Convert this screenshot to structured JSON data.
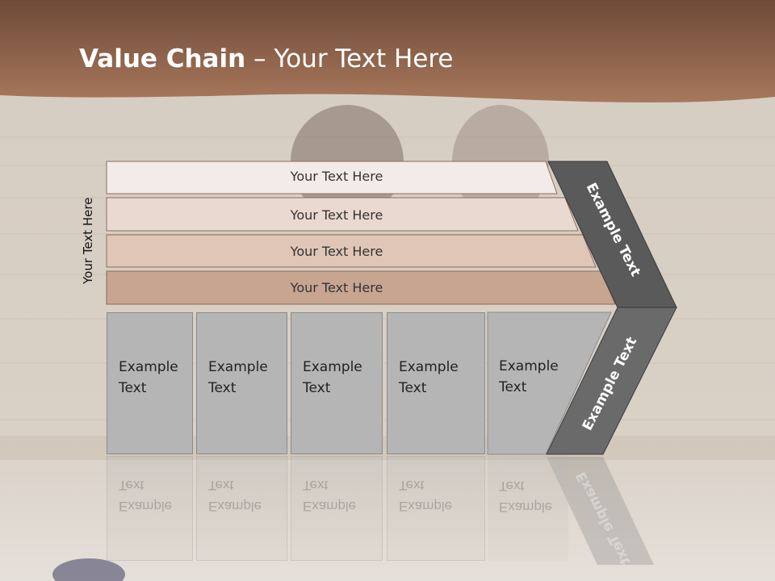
{
  "slide": {
    "title_bold": "Value Chain",
    "title_rest": " – Your Text Here",
    "side_label": "Your Text Here"
  },
  "bars": [
    {
      "label": "Your Text Here",
      "fill": "#f3ebe7"
    },
    {
      "label": "Your Text Here",
      "fill": "#ead9d0"
    },
    {
      "label": "Your Text Here",
      "fill": "#dfc6b6"
    },
    {
      "label": "Your Text Here",
      "fill": "#c7a591"
    }
  ],
  "boxes": [
    {
      "line1": "Example",
      "line2": "Text"
    },
    {
      "line1": "Example",
      "line2": "Text"
    },
    {
      "line1": "Example",
      "line2": "Text"
    },
    {
      "line1": "Example",
      "line2": "Text"
    },
    {
      "line1": "Example",
      "line2": "Text"
    }
  ],
  "chevron": {
    "upper_label": "Example Text",
    "lower_label": "Example Text",
    "upper_fill": "#5a5a5a",
    "lower_fill": "#6a6a6a"
  },
  "colors": {
    "header": "#8b5a41",
    "wall": "#d8cfc4"
  }
}
